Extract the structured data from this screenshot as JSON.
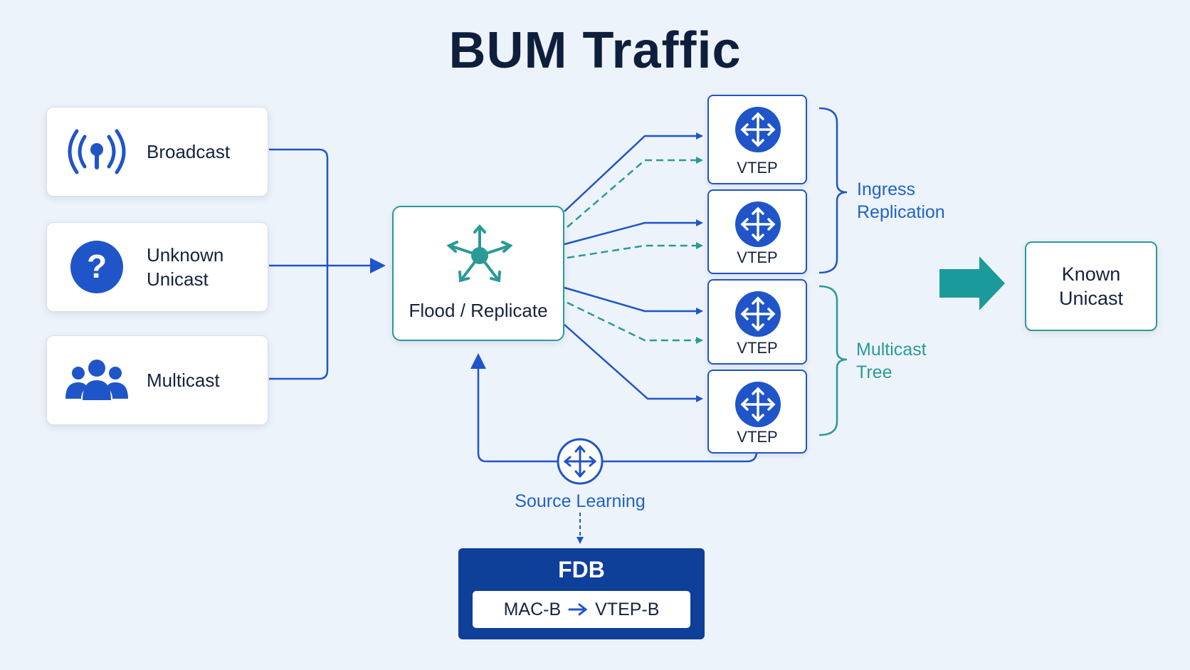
{
  "title": "BUM Traffic",
  "sources": [
    {
      "label": "Broadcast",
      "icon": "broadcast-icon"
    },
    {
      "label": "Unknown\nUnicast",
      "icon": "question-icon"
    },
    {
      "label": "Multicast",
      "icon": "group-icon"
    }
  ],
  "flood": {
    "label": "Flood / Replicate",
    "icon": "replicate-star-icon"
  },
  "vteps": [
    {
      "label": "VTEP",
      "icon": "router-icon"
    },
    {
      "label": "VTEP",
      "icon": "router-icon"
    },
    {
      "label": "VTEP",
      "icon": "router-icon"
    },
    {
      "label": "VTEP",
      "icon": "router-icon"
    }
  ],
  "groups": {
    "ingress": "Ingress\nReplication",
    "multicast": "Multicast\nTree"
  },
  "known": "Known\nUnicast",
  "learning": {
    "label": "Source Learning",
    "icon": "router-icon"
  },
  "fdb": {
    "title": "FDB",
    "mac": "MAC-B",
    "vtep": "VTEP-B"
  },
  "colors": {
    "blue": "#1f55c8",
    "teal": "#2a9a96",
    "navy": "#0e3f99",
    "title": "#0d1f3c"
  }
}
